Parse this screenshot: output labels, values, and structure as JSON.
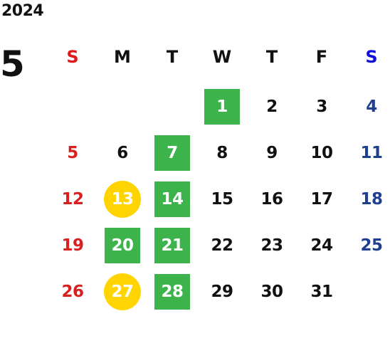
{
  "calendar": {
    "year": "2024",
    "month": "5",
    "weekdays": [
      {
        "label": "S",
        "color": "#e01818"
      },
      {
        "label": "M",
        "color": "#111111"
      },
      {
        "label": "T",
        "color": "#111111"
      },
      {
        "label": "W",
        "color": "#111111"
      },
      {
        "label": "T",
        "color": "#111111"
      },
      {
        "label": "F",
        "color": "#111111"
      },
      {
        "label": "S",
        "color": "#1010d8"
      }
    ],
    "colors": {
      "sunday": "#d92020",
      "saturday": "#1f3f8f",
      "weekday": "#111111",
      "highlight_green": "#3cb44b",
      "highlight_yellow": "#ffd400"
    },
    "weeks": [
      [
        null,
        null,
        null,
        {
          "day": "1",
          "mark": "green"
        },
        {
          "day": "2"
        },
        {
          "day": "3"
        },
        {
          "day": "4"
        }
      ],
      [
        {
          "day": "5"
        },
        {
          "day": "6"
        },
        {
          "day": "7",
          "mark": "green"
        },
        {
          "day": "8"
        },
        {
          "day": "9"
        },
        {
          "day": "10"
        },
        {
          "day": "11"
        }
      ],
      [
        {
          "day": "12"
        },
        {
          "day": "13",
          "mark": "yellow"
        },
        {
          "day": "14",
          "mark": "green"
        },
        {
          "day": "15"
        },
        {
          "day": "16"
        },
        {
          "day": "17"
        },
        {
          "day": "18"
        }
      ],
      [
        {
          "day": "19"
        },
        {
          "day": "20",
          "mark": "green"
        },
        {
          "day": "21",
          "mark": "green"
        },
        {
          "day": "22"
        },
        {
          "day": "23"
        },
        {
          "day": "24"
        },
        {
          "day": "25"
        }
      ],
      [
        {
          "day": "26"
        },
        {
          "day": "27",
          "mark": "yellow"
        },
        {
          "day": "28",
          "mark": "green"
        },
        {
          "day": "29"
        },
        {
          "day": "30"
        },
        {
          "day": "31"
        },
        null
      ]
    ]
  }
}
